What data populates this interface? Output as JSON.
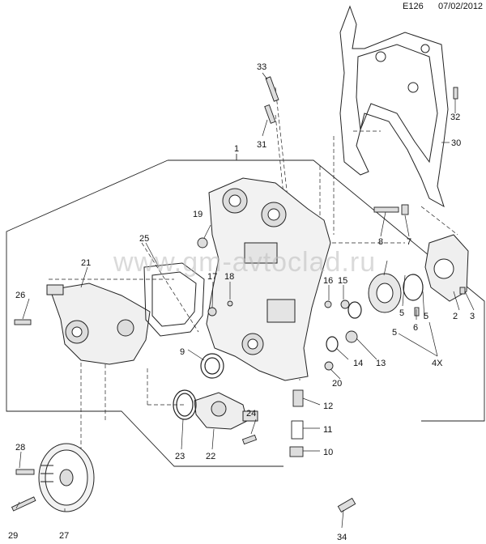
{
  "header": {
    "code": "E126",
    "date": "07/02/2012"
  },
  "watermark": "www.gm-avtoclad.ru",
  "callouts": [
    "1",
    "2",
    "3",
    "4X",
    "5",
    "5",
    "5",
    "6",
    "7",
    "8",
    "9",
    "10",
    "11",
    "12",
    "13",
    "14",
    "15",
    "16",
    "17",
    "18",
    "19",
    "20",
    "21",
    "22",
    "23",
    "24",
    "25",
    "26",
    "27",
    "28",
    "29",
    "30",
    "31",
    "32",
    "33",
    "34"
  ],
  "colors": {
    "line": "#222222",
    "shade": "#d9d9d9",
    "watermark": "#bdbdbd"
  }
}
